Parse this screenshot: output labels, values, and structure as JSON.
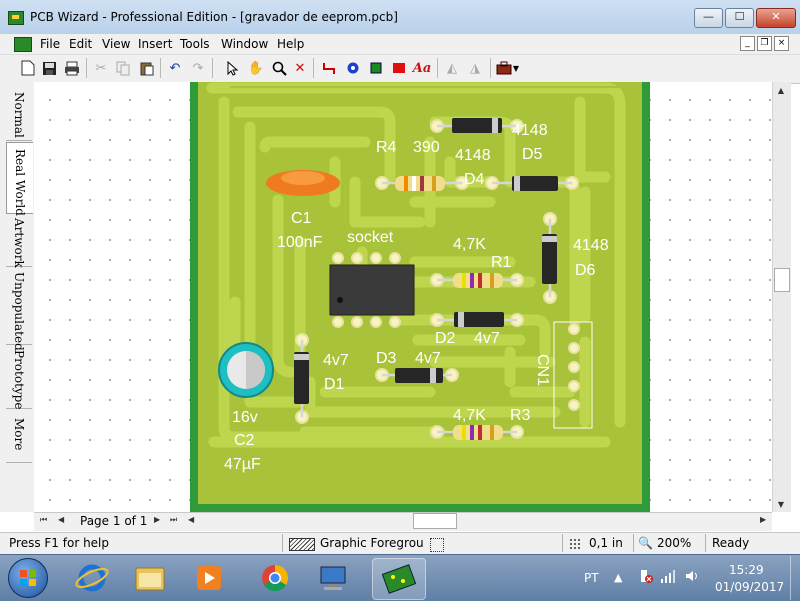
{
  "window": {
    "title": "PCB Wizard - Professional Edition - [gravador de eeprom.pcb]",
    "caption_buttons": {
      "minimize": "—",
      "maximize": "☐",
      "close": "✕"
    }
  },
  "menubar": {
    "items": [
      "File",
      "Edit",
      "View",
      "Insert",
      "Tools",
      "Window",
      "Help"
    ],
    "mdi_buttons": {
      "minimize": "_",
      "restore": "❐",
      "close": "×"
    }
  },
  "toolbar": {
    "icons": [
      "new-icon",
      "open-icon",
      "save-icon",
      "print-icon",
      "cut-icon",
      "copy-icon",
      "paste-icon",
      "undo-icon",
      "redo-icon",
      "select-arrow-icon",
      "hand-icon",
      "zoom-icon",
      "delete-icon",
      "track-icon",
      "pad-icon",
      "component-icon",
      "solid-icon",
      "text-icon",
      "flip-icon",
      "mirror-icon",
      "toolbox-icon"
    ]
  },
  "side_tabs": [
    "Normal",
    "Real World",
    "Artwork",
    "Unpopulated",
    "Prototype",
    "More"
  ],
  "side_tabs_active": "Real World",
  "board": {
    "labels": {
      "r4": "R4",
      "r4_value": "390",
      "d4_value": "4148",
      "d4": "D4",
      "d5_value": "4148",
      "d5": "D5",
      "c1": "C1",
      "c1_value": "100nF",
      "socket": "socket",
      "r1_value": "4,7K",
      "r1": "R1",
      "d6_value": "4148",
      "d6": "D6",
      "d2": "D2",
      "d2_value": "4v7",
      "cn1": "CN1",
      "d1_value": "4v7",
      "d1": "D1",
      "d3": "D3",
      "d3_value": "4v7",
      "r3_value": "4,7K",
      "r3": "R3",
      "c2_voltage": "16v",
      "c2": "C2",
      "c2_value": "47µF"
    },
    "colors": {
      "board": "#a8c23a",
      "track": "#b9d24a",
      "edge": "#2f9a3a"
    }
  },
  "page_nav": {
    "label": "Page 1 of 1"
  },
  "statusbar": {
    "help": "Press F1 for help",
    "layer": "Graphic Foreground",
    "grid": "0,1 in",
    "zoom": "200%",
    "state": "Ready"
  },
  "taskbar": {
    "language": "PT",
    "time": "15:29",
    "date": "01/09/2017"
  }
}
